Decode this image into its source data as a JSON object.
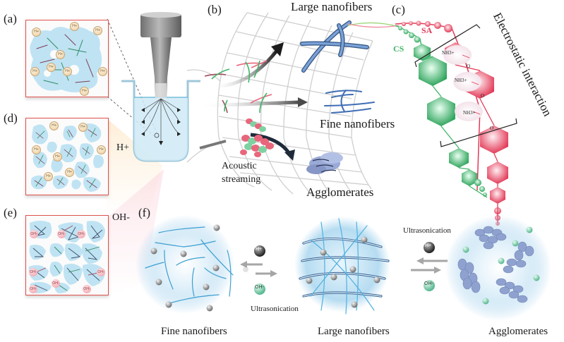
{
  "panels": {
    "a": {
      "label": "(a)"
    },
    "b": {
      "label": "(b)",
      "outcomes": [
        "Large nanofibers",
        "Fine nanofibers",
        "Agglomerates"
      ],
      "streaming_label_line1": "Acoustic",
      "streaming_label_line2": "streaming"
    },
    "c": {
      "label": "(c)",
      "chain_sa": "SA",
      "chain_cs": "CS",
      "group_amine": "NH3+",
      "group_carboxyl": "O",
      "interaction_label": "Electrostatic interaction"
    },
    "d": {
      "label": "(d)",
      "ion_label": "H+"
    },
    "e": {
      "label": "(e)",
      "ion_label": "OH-"
    },
    "f": {
      "label": "(f)",
      "states": [
        "Fine nanofibers",
        "Large nanofibers",
        "Agglomerates"
      ],
      "transition1": {
        "top_ion": "H+",
        "bottom_ion": "OH-",
        "caption": "Ultrasonication"
      },
      "transition2": {
        "top_ion": "H+",
        "bottom_ion": "OH-",
        "caption": "Ultrasonication"
      }
    }
  },
  "ion_badges": {
    "h": "H+",
    "oh": "OH-"
  },
  "colors": {
    "inset_border": "#e0504a",
    "gel_blue": "#bfe3f3",
    "sa_red": "#e8435f",
    "cs_green": "#3fb56a",
    "fiber_blue": "#3f6eb5",
    "arrow_dark": "#1b1b1b"
  }
}
